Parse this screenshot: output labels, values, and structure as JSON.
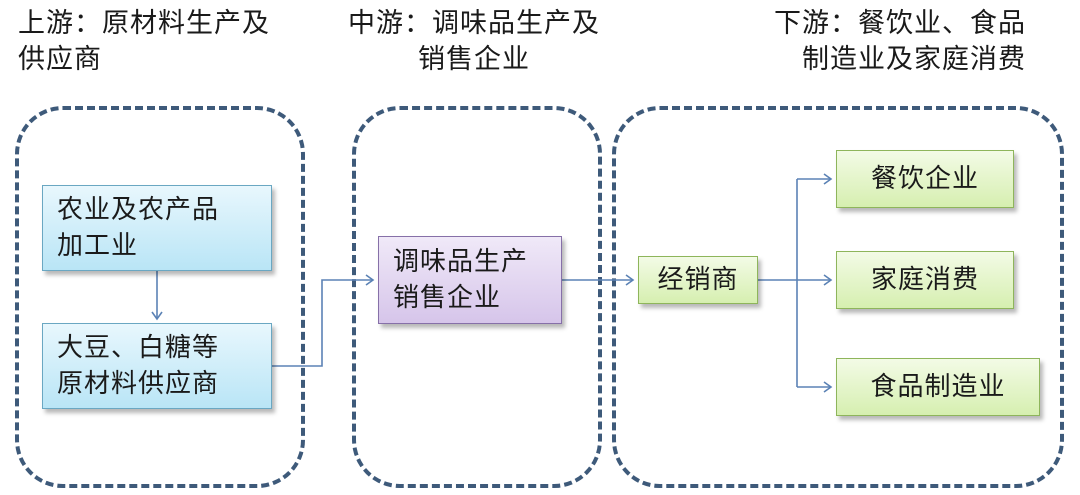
{
  "headers": {
    "upstream": [
      "上游：原材料生产及",
      "供应商"
    ],
    "midstream": [
      "中游：调味品生产及",
      "销售企业"
    ],
    "downstream": [
      "下游：餐饮业、食品",
      "制造业及家庭消费"
    ]
  },
  "boxes": {
    "agriculture": [
      "农业及农产品",
      "加工业"
    ],
    "raw_materials": [
      "大豆、白糖等",
      "原材料供应商"
    ],
    "manufacturer": [
      "调味品生产",
      "销售企业"
    ],
    "dealer": "经销商",
    "catering": "餐饮企业",
    "household": "家庭消费",
    "food_manufacturing": "食品制造业"
  },
  "colors": {
    "dashed_border": "#3e5a7a",
    "connector": "#5b82b5",
    "blue_box": "#b9e5f6",
    "purple_box": "#d6c5ea",
    "green_box": "#d6efb0"
  }
}
